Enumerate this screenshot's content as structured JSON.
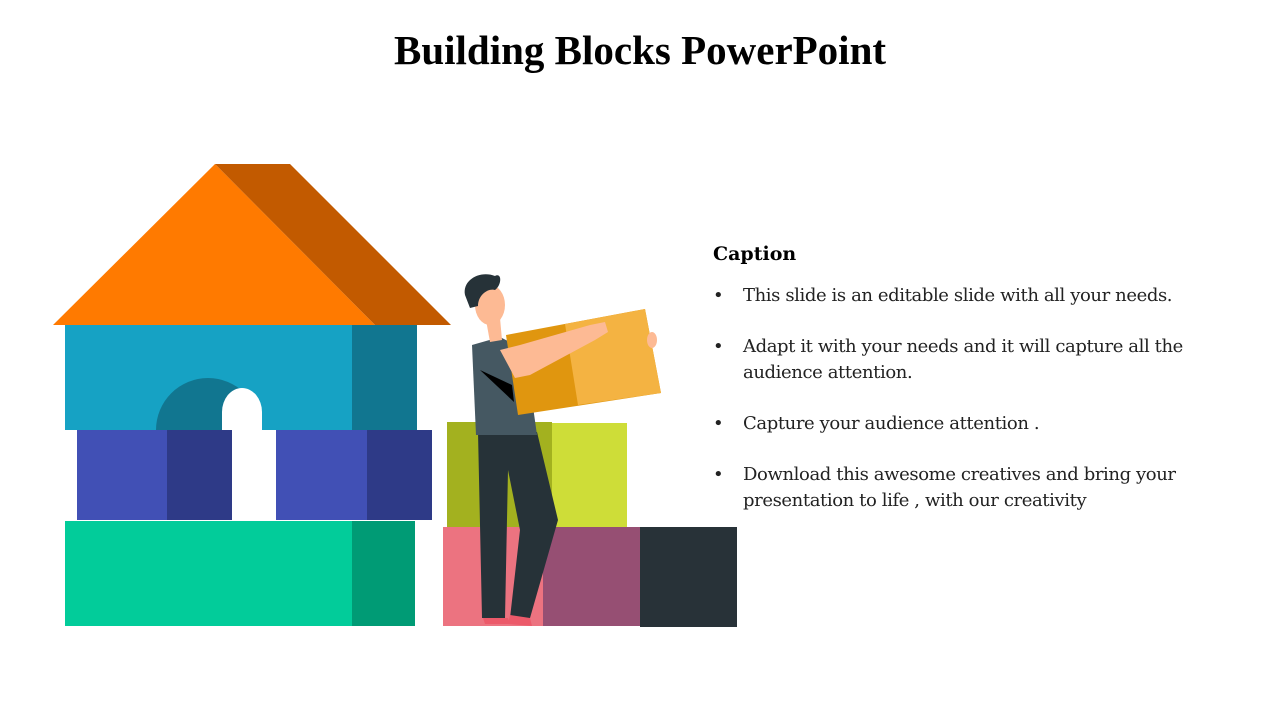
{
  "slide": {
    "title": "Building Blocks PowerPoint",
    "caption": "Caption",
    "bullets": [
      "This slide is an editable slide with all your needs.",
      "Adapt it with your needs and it will capture all the audience attention.",
      "Capture your audience attention .",
      "Download this awesome creatives and bring your presentation to life , with our creativity"
    ]
  },
  "colors": {
    "roof": "#FF7A00",
    "roof_shade": "#C25A00",
    "blue_block": "#16A2C4",
    "indigo_block": "#4150B5",
    "green_block": "#02CC9A",
    "olive_block": "#A3B11F",
    "lime_block": "#CEDD38",
    "pink_block": "#EC7380",
    "purple_block": "#964F73",
    "dark_block": "#283238",
    "box": "#F4B342"
  }
}
